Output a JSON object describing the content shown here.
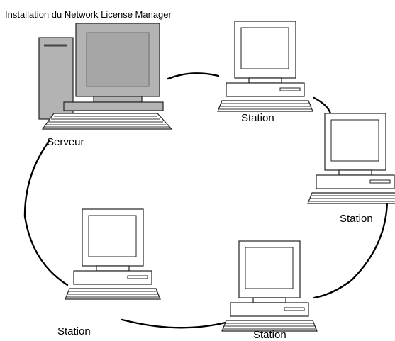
{
  "title": "Installation du Network License Manager",
  "server": {
    "label": "Serveur"
  },
  "stations": [
    {
      "label": "Station"
    },
    {
      "label": "Station"
    },
    {
      "label": "Station"
    },
    {
      "label": "Station"
    }
  ],
  "colors": {
    "server_fill": "#b3b3b3",
    "server_screen": "#a6a6a6",
    "outline": "#222222",
    "station_fill": "#ffffff",
    "link": "#000000"
  }
}
